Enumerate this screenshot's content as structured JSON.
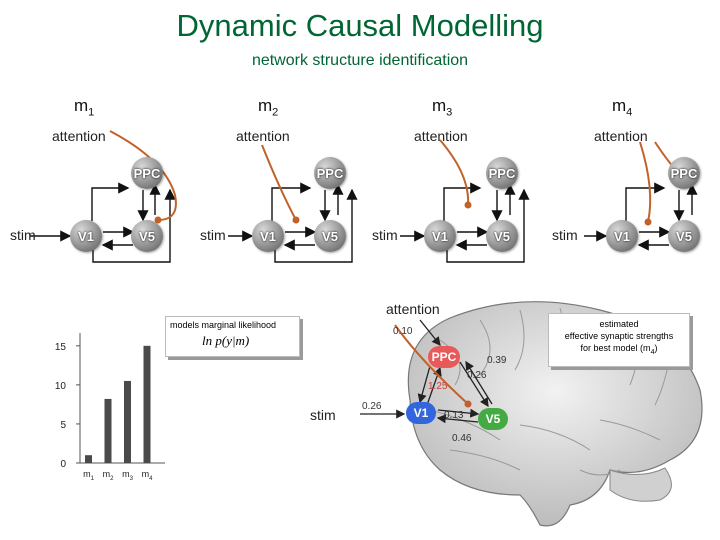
{
  "title": "Dynamic Causal Modelling",
  "subtitle": "network structure identification",
  "models": [
    {
      "label": "m",
      "sub": "1",
      "attention": "attention",
      "stim": "stim",
      "nodes": {
        "ppc": "PPC",
        "v1": "V1",
        "v5": "V5"
      }
    },
    {
      "label": "m",
      "sub": "2",
      "attention": "attention",
      "stim": "stim",
      "nodes": {
        "ppc": "PPC",
        "v1": "V1",
        "v5": "V5"
      }
    },
    {
      "label": "m",
      "sub": "3",
      "attention": "attention",
      "stim": "stim",
      "nodes": {
        "ppc": "PPC",
        "v1": "V1",
        "v5": "V5"
      }
    },
    {
      "label": "m",
      "sub": "4",
      "attention": "attention",
      "stim": "stim",
      "nodes": {
        "ppc": "PPC",
        "v1": "V1",
        "v5": "V5"
      }
    }
  ],
  "marginal_likelihood": {
    "box_label": "models marginal likelihood",
    "formula": "ln p(y|m)"
  },
  "chart_data": {
    "type": "bar",
    "categories": [
      "m1",
      "m2",
      "m3",
      "m4"
    ],
    "category_labels": [
      {
        "m": "m",
        "sub": "1"
      },
      {
        "m": "m",
        "sub": "2"
      },
      {
        "m": "m",
        "sub": "3"
      },
      {
        "m": "m",
        "sub": "4"
      }
    ],
    "values": [
      1,
      8.2,
      10.5,
      15
    ],
    "yticks": [
      "0",
      "5",
      "10",
      "15"
    ],
    "ylim": [
      0,
      16
    ]
  },
  "best_model": {
    "attention": "attention",
    "stim": "stim",
    "box_label_line1": "estimated",
    "box_label_line2": "effective synaptic strengths",
    "box_label_line3": "for best model (m",
    "box_label_sub": "4",
    "box_label_end": ")",
    "nodes": {
      "ppc": "PPC",
      "v1": "V1",
      "v5": "V5"
    },
    "params": {
      "attention": "0.10",
      "ppc_v5": "0.39",
      "v5_ppc": "0.26",
      "v1_ppc": "1.25",
      "stim": "0.26",
      "v1_v5": "0.13",
      "v5_v1": "0.46"
    },
    "colors": {
      "ppc": "#e85a5a",
      "v1": "#3366dd",
      "v5": "#44aa44",
      "modulation": "#c85a1a"
    }
  }
}
